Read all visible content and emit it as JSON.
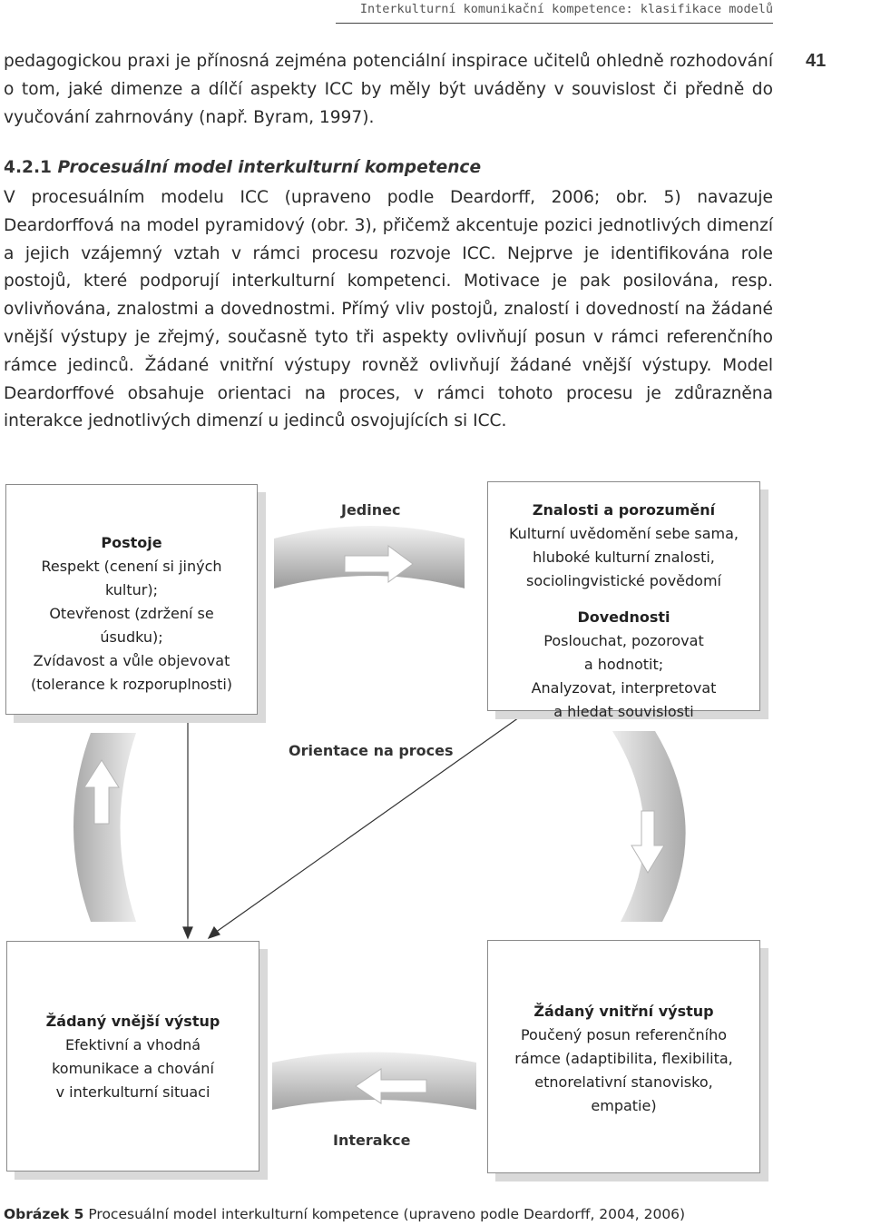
{
  "running_head": "Interkulturní komunikační kompetence: klasifikace modelů",
  "page_number": "41",
  "intro_paragraph": "pedagogickou praxi je přínosná zejména potenciální inspirace učitelů ohledně rozhodování o tom, jaké dimenze a dílčí aspekty ICC by měly být uváděny v souvislost či předně do vyučování zahrnovány (např. Byram, 1997).",
  "section": {
    "number": "4.2.1",
    "title": "Procesuální model interkulturní kompetence"
  },
  "body_paragraph": "V procesuálním modelu ICC (upraveno podle Deardorff, 2006; obr. 5) navazuje Deardorffová na model pyramidový (obr. 3), přičemž akcentuje pozici jednotlivých dimenzí a jejich vzájemný vztah v rámci procesu rozvoje ICC. Nejprve je identifikována role postojů, které podporují interkulturní kompetenci. Motivace je pak posilována, resp. ovlivňována, znalostmi a dovednostmi. Přímý vliv postojů, znalostí i dovedností na žádané vnější výstupy je zřejmý, současně tyto tři aspekty ovlivňují posun v rámci referenčního rámce jedinců. Žádané vnitřní výstupy rovněž ovlivňují žádané vnější výstupy. Model Deardorffové obsahuje orientaci na proces, v rámci tohoto procesu je zdůrazněna interakce jednotlivých dimenzí u jedinců osvojujících si ICC.",
  "diagram": {
    "postoje": {
      "title": "Postoje",
      "text": "Respekt (cenení si jiných\nkultur);\nOtevřenost (zdržení se\núsudku);\nZvídavost a vůle objevovat\n(tolerance k rozporuplnosti)"
    },
    "znalosti": {
      "title": "Znalosti a porozumění",
      "text": "Kulturní uvědomění sebe sama,\nhluboké kulturní znalosti,\nsociolingvistické povědomí",
      "sub_title": "Dovednosti",
      "sub_text": "Poslouchat, pozorovat\na hodnotit;\nAnalyzovat, interpretovat\na hledat souvislosti"
    },
    "vnejsi_vystup": {
      "title": "Žádaný vnější výstup",
      "text": "Efektivní a vhodná\nkomunikace a chování\nv interkulturní situaci"
    },
    "vnitrni_vystup": {
      "title": "Žádaný vnitřní výstup",
      "text": "Poučený posun referenčního\nrámce (adaptibilita, flexibilita,\netnorelativní stanovisko,\nempatie)"
    },
    "label_top": "Jedinec",
    "label_middle": "Orientace na proces",
    "label_bottom": "Interakce"
  },
  "caption": {
    "label": "Obrázek 5",
    "text": "Procesuální model interkulturní kompetence (upraveno podle Deardorff, 2004, 2006)"
  }
}
